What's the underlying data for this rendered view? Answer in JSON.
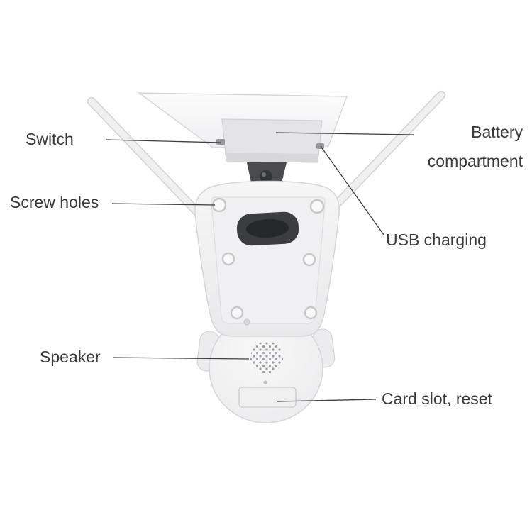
{
  "labels": {
    "switch": "Switch",
    "screw_holes": "Screw holes",
    "speaker": "Speaker",
    "battery_line1": "Battery",
    "battery_line2": "compartment",
    "usb_charging": "USB charging",
    "card_slot_reset": "Card slot, reset"
  },
  "colors": {
    "label_text": "#3a3a3a",
    "leader_line": "#3f3f41",
    "device_body_light": "#f1f1f2",
    "device_outline": "#d6d6d8",
    "device_dark_parts": "#3c3d40"
  }
}
